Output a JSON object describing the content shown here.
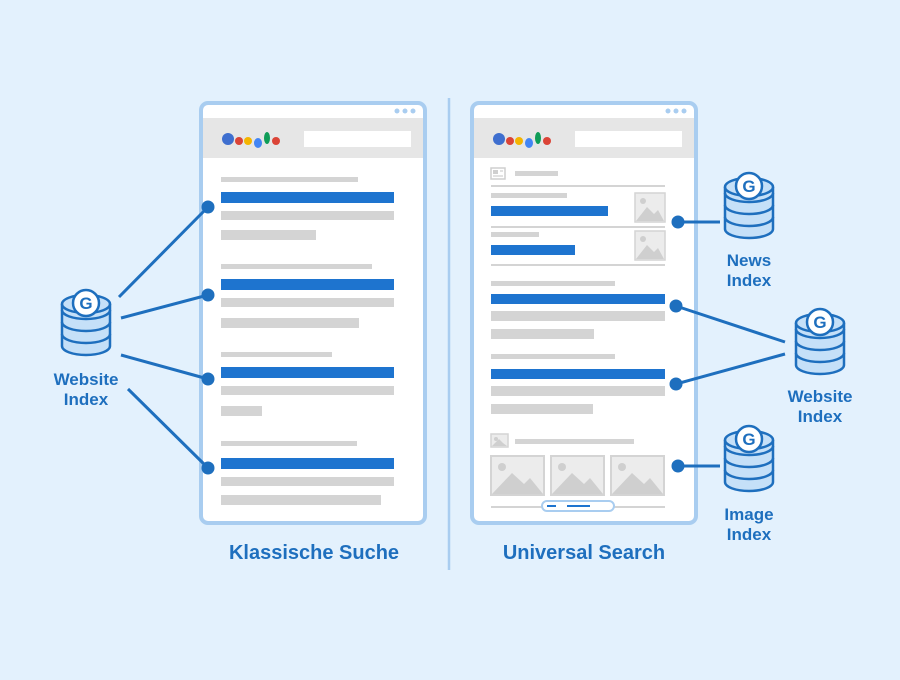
{
  "panels": {
    "classic": {
      "caption": "Klassische Suche"
    },
    "universal": {
      "caption": "Universal Search"
    }
  },
  "indexes": {
    "left_website": {
      "label": "Website\nIndex",
      "glyph": "G"
    },
    "news": {
      "label": "News\nIndex",
      "glyph": "G"
    },
    "right_website": {
      "label": "Website\nIndex",
      "glyph": "G"
    },
    "image": {
      "label": "Image\nIndex",
      "glyph": "G"
    }
  },
  "colors": {
    "background": "#e3f1fd",
    "accent": "#1e6fbe",
    "frame": "#a9cdf0",
    "placeholder": "#d4d4d4",
    "db_fill": "#c5e0f8",
    "logo": [
      "#3f6fcf",
      "#db4437",
      "#f4b400",
      "#4285f4",
      "#0f9d58",
      "#db4437"
    ]
  },
  "icons": [
    "google-logo-icon",
    "database-icon",
    "image-thumbnail-icon",
    "news-icon",
    "carousel-icon"
  ]
}
